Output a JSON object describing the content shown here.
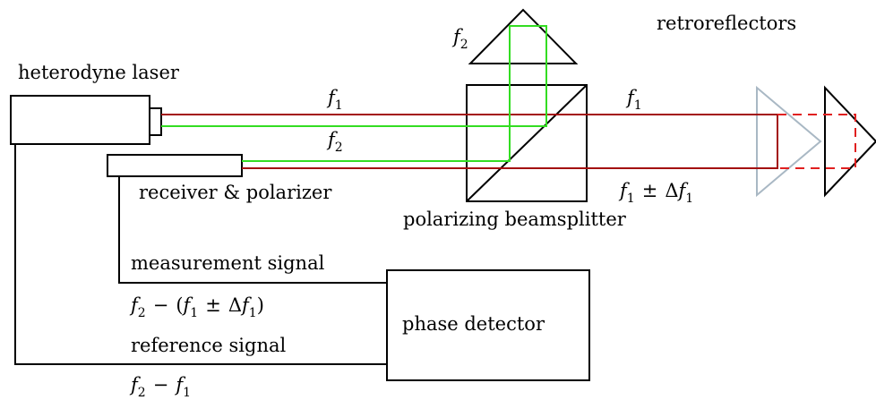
{
  "diagram": {
    "labels": {
      "retroreflectors": "retroreflectors",
      "heterodyne_laser": "heterodyne laser",
      "receiver_polarizer": "receiver & polarizer",
      "polarizing_beamsplitter": "polarizing beamsplitter",
      "measurement_signal": "measurement signal",
      "reference_signal": "reference signal",
      "phase_detector": "phase detector"
    },
    "math": {
      "f1": "f",
      "f1_sub": "1",
      "f2": "f",
      "f2_sub": "2",
      "pm": "±",
      "delta": "Δ",
      "minus": "−",
      "lparen": "(",
      "rparen": ")"
    },
    "colors": {
      "beam_f1": "#a31010",
      "beam_f2": "#33dd22",
      "reference_reflector": "#a9b8c4",
      "dashed_beam": "#e02020",
      "lines": "#000000"
    }
  }
}
